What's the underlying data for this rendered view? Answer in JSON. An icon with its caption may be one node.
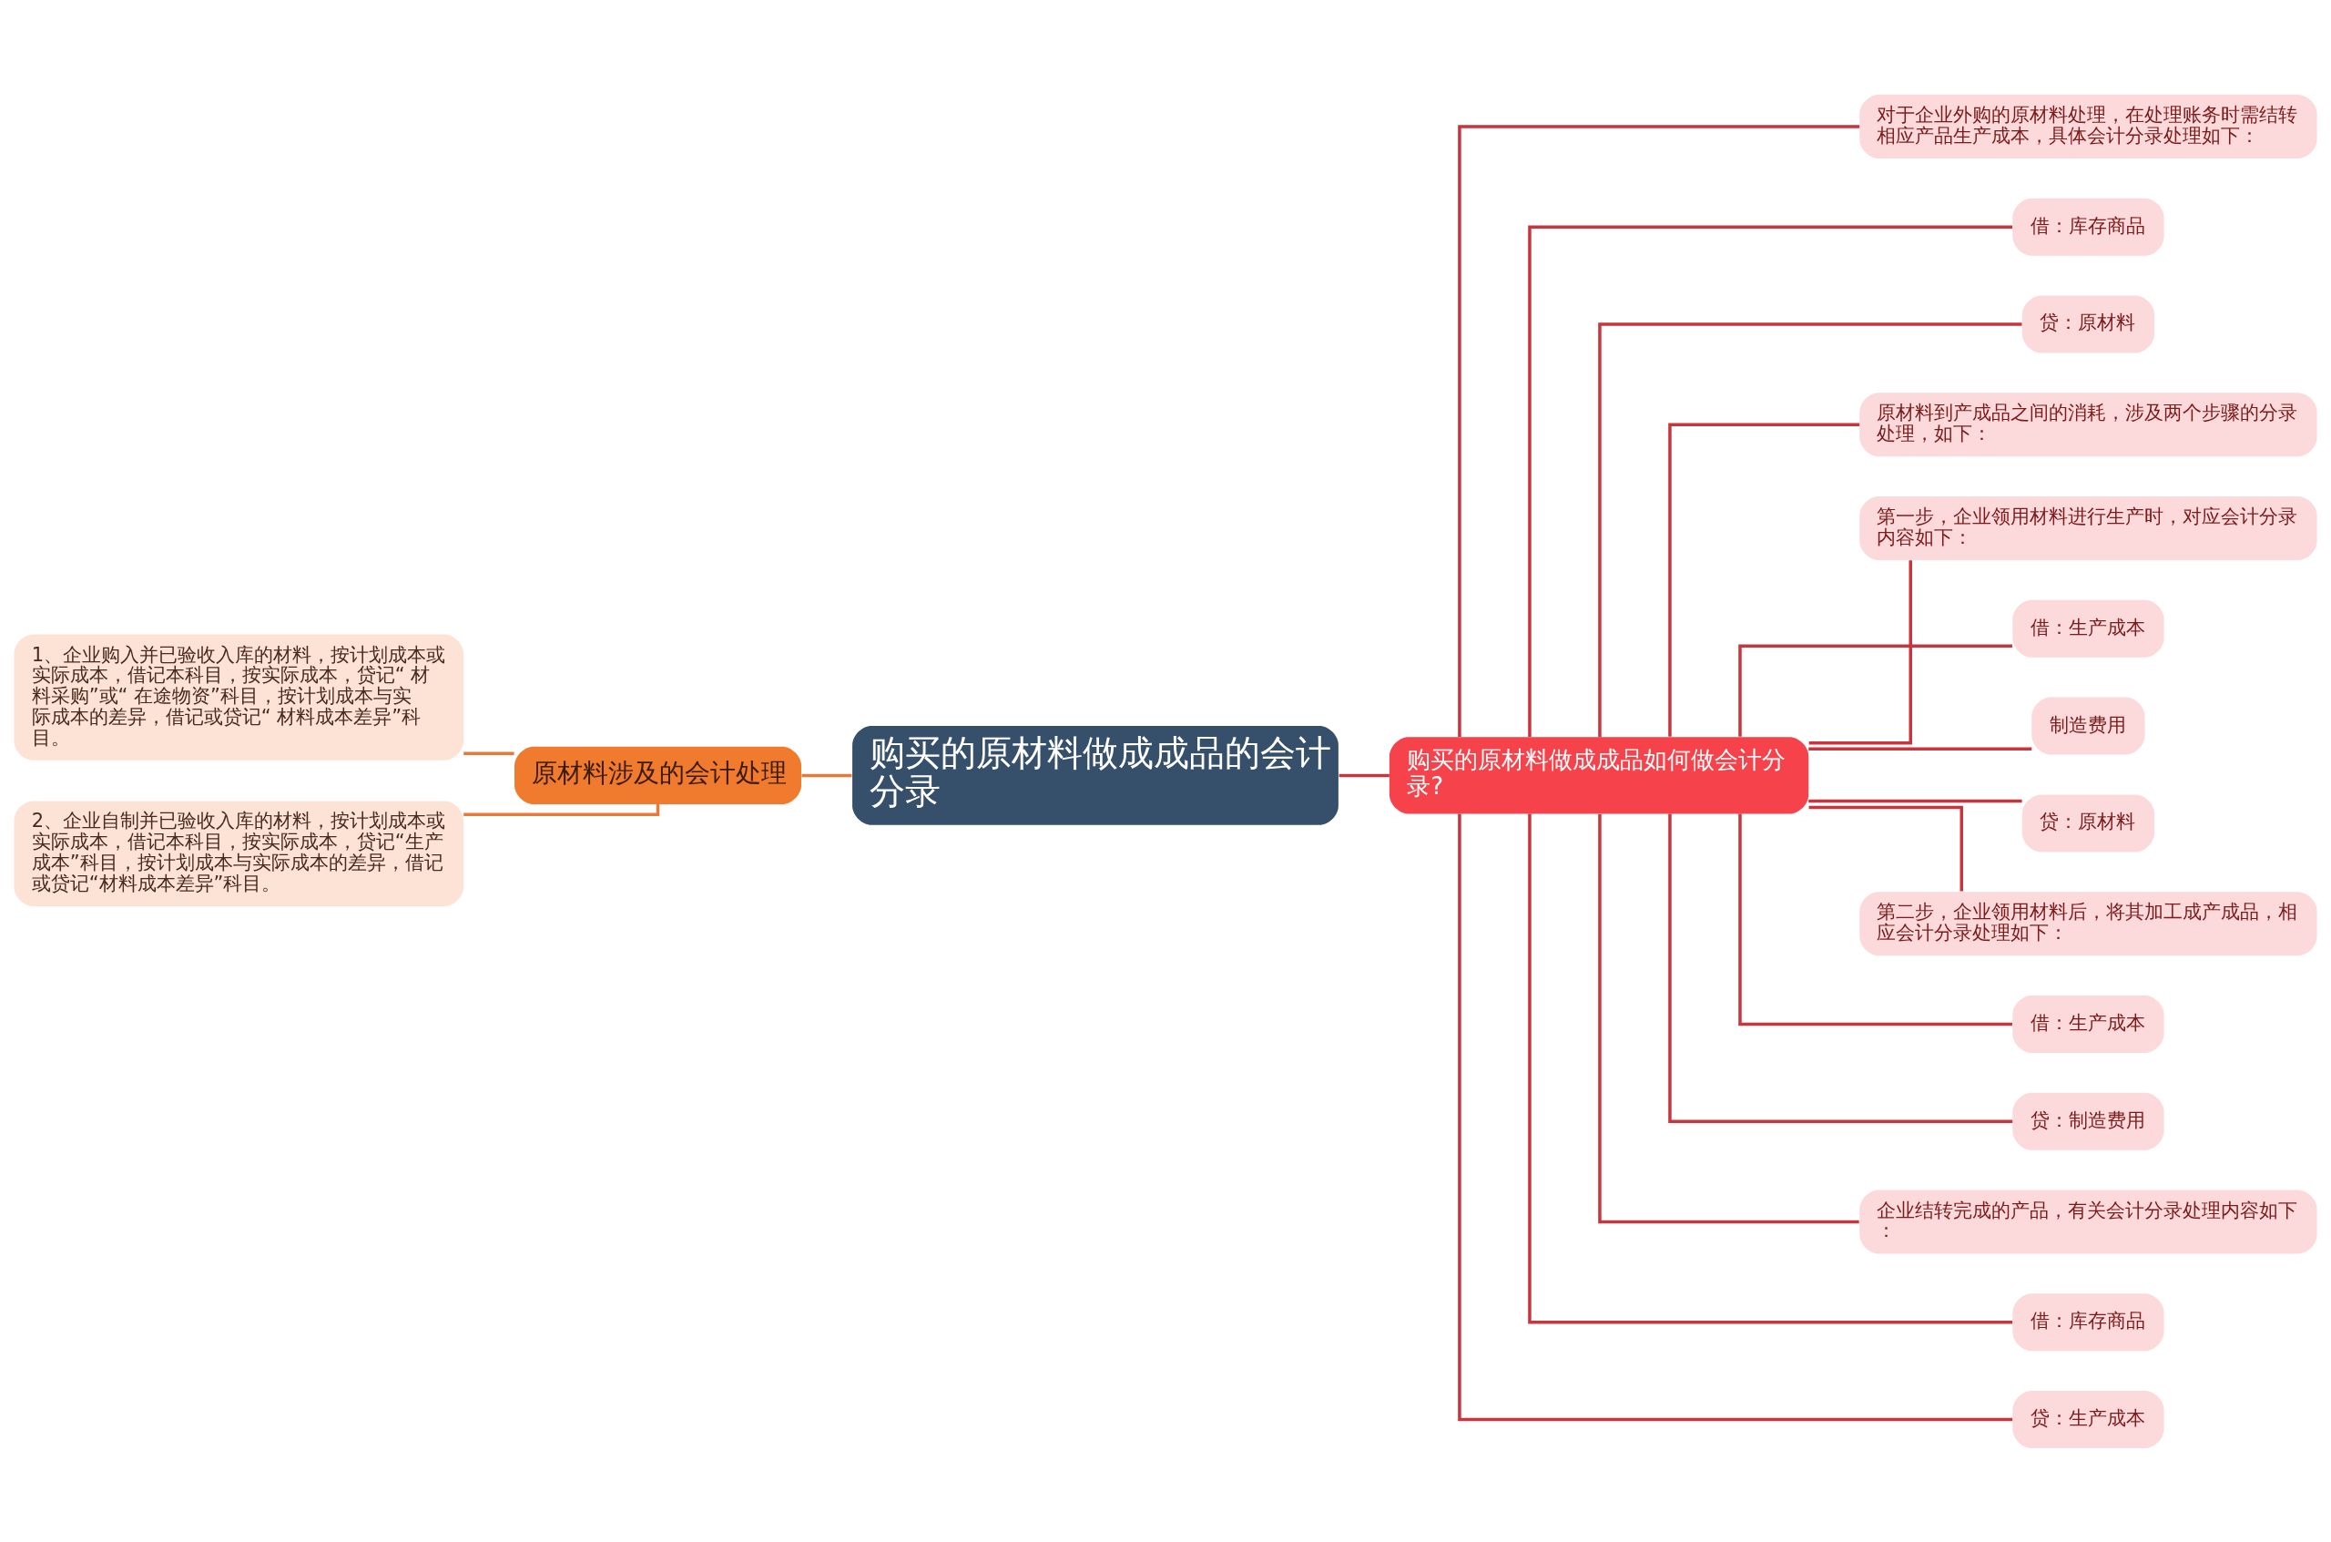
{
  "diagram": {
    "nodes": [
      {
        "text": [
          "购买的原材料做成成品的会计分录"
        ]
      },
      {
        "text": [
          "原材料涉及的会计处理"
        ]
      },
      {
        "text": [
          "1、企业购入并已验收入库的材料，按计划成本或实际成本，借记本科目，按实际成本，贷记“ 材料采购”或“ 在途物资”科目，按计划成本与实际成本的差异，借记或贷记“ 材料成本差异”科目。"
        ]
      },
      {
        "text": [
          "2、企业自制并已验收入库的材料，按计划成本或实际成本，借记本科目，按实际成本，贷记“生产成本”科目，按计划成本与实际成本的差异，借记或贷记“材料成本差异”科目。"
        ]
      },
      {
        "text": [
          "购买的原材料做成成品如何做会计分录?"
        ]
      },
      {
        "text": [
          "对于企业外购的原材料处理，在处理账务时需结转相应产品生产成本，具体会计分录处理如下："
        ]
      },
      {
        "text": [
          "借：库存商品"
        ]
      },
      {
        "text": [
          "贷：原材料"
        ]
      },
      {
        "text": [
          "原材料到产成品之间的消耗，涉及两个步骤的分录处理，如下："
        ]
      },
      {
        "text": [
          "第一步，企业领用材料进行生产时，对应会计分录内容如下："
        ]
      },
      {
        "text": [
          "借：生产成本"
        ]
      },
      {
        "text": [
          "制造费用"
        ]
      },
      {
        "text": [
          "贷：原材料"
        ]
      },
      {
        "text": [
          "第二步，企业领用材料后，将其加工成产成品，相应会计分录处理如下："
        ]
      },
      {
        "text": [
          "借：生产成本"
        ]
      },
      {
        "text": [
          "贷：制造费用"
        ]
      },
      {
        "text": [
          "企业结转完成的产品，有关会计分录处理内容如下："
        ]
      },
      {
        "text": [
          "借：库存商品"
        ]
      },
      {
        "text": [
          "贷：生产成本"
        ]
      }
    ],
    "edges": [
      {
        "from": 0,
        "to": 1,
        "arrow": "none",
        "color": "#e8793a"
      },
      {
        "from": 1,
        "to": 2,
        "arrow": "none",
        "color": "#e8793a"
      },
      {
        "from": 1,
        "to": 3,
        "arrow": "none",
        "color": "#e8793a"
      },
      {
        "from": 0,
        "to": 4,
        "arrow": "none"
      },
      {
        "from": 4,
        "to": 5,
        "arrow": "none"
      },
      {
        "from": 4,
        "to": 6,
        "arrow": "none"
      },
      {
        "from": 4,
        "to": 7,
        "arrow": "none"
      },
      {
        "from": 4,
        "to": 8,
        "arrow": "none"
      },
      {
        "from": 4,
        "to": 9,
        "arrow": "none"
      },
      {
        "from": 4,
        "to": 10,
        "arrow": "none"
      },
      {
        "from": 4,
        "to": 11,
        "arrow": "none"
      },
      {
        "from": 4,
        "to": 12,
        "arrow": "none"
      },
      {
        "from": 4,
        "to": 13,
        "arrow": "none"
      },
      {
        "from": 4,
        "to": 14,
        "arrow": "none"
      },
      {
        "from": 4,
        "to": 15,
        "arrow": "none"
      },
      {
        "from": 4,
        "to": 16,
        "arrow": "none"
      },
      {
        "from": 4,
        "to": 17,
        "arrow": "none"
      },
      {
        "from": 4,
        "to": 18,
        "arrow": "none"
      }
    ]
  }
}
